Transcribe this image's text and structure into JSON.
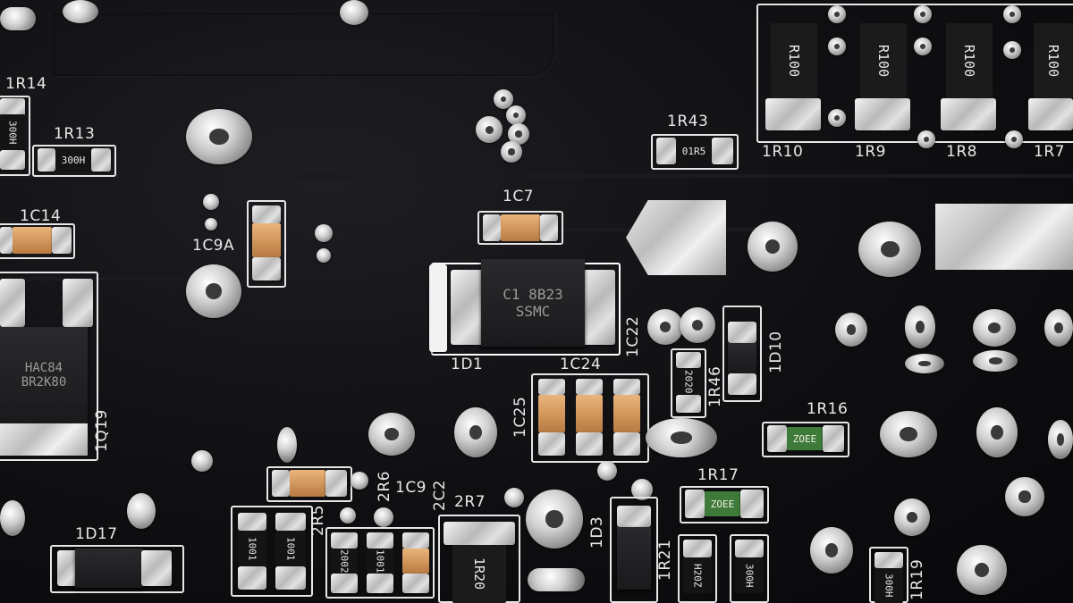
{
  "labels": {
    "r14": "1R14",
    "r13": "1R13",
    "c14": "1C14",
    "c9a": "1C9A",
    "c7": "1C7",
    "r43": "1R43",
    "r10": "1R10",
    "r9": "1R9",
    "r8": "1R8",
    "r7": "1R7",
    "d1": "1D1",
    "c24": "1C24",
    "c22": "1C22",
    "c25": "1C25",
    "r46": "1R46",
    "d10": "1D10",
    "r16": "1R16",
    "q19": "1Q19",
    "r17": "1R17",
    "r5": "2R5",
    "r6": "2R6",
    "c9": "1C9",
    "c2": "2C2",
    "r7b": "2R7",
    "d3": "1D3",
    "r21": "1R21",
    "r19": "1R19",
    "d17": "1D17"
  },
  "markings": {
    "r100": "R100",
    "r14_code": "300H",
    "r13_code": "300H",
    "r43_code": "01R5",
    "r46_code": "2020",
    "r16_code": "ZOEE",
    "r17_code": "ZOEE",
    "diode_line1": "C1 8B23",
    "diode_line2": "SSMC",
    "q19_line1": "HAC84",
    "q19_line2": "BR2K80",
    "r20_code": "1R20",
    "r21_code": "H20Z",
    "r19_code": "300H",
    "row_a": "1001",
    "row_b": "1001",
    "row_c": "2002"
  }
}
